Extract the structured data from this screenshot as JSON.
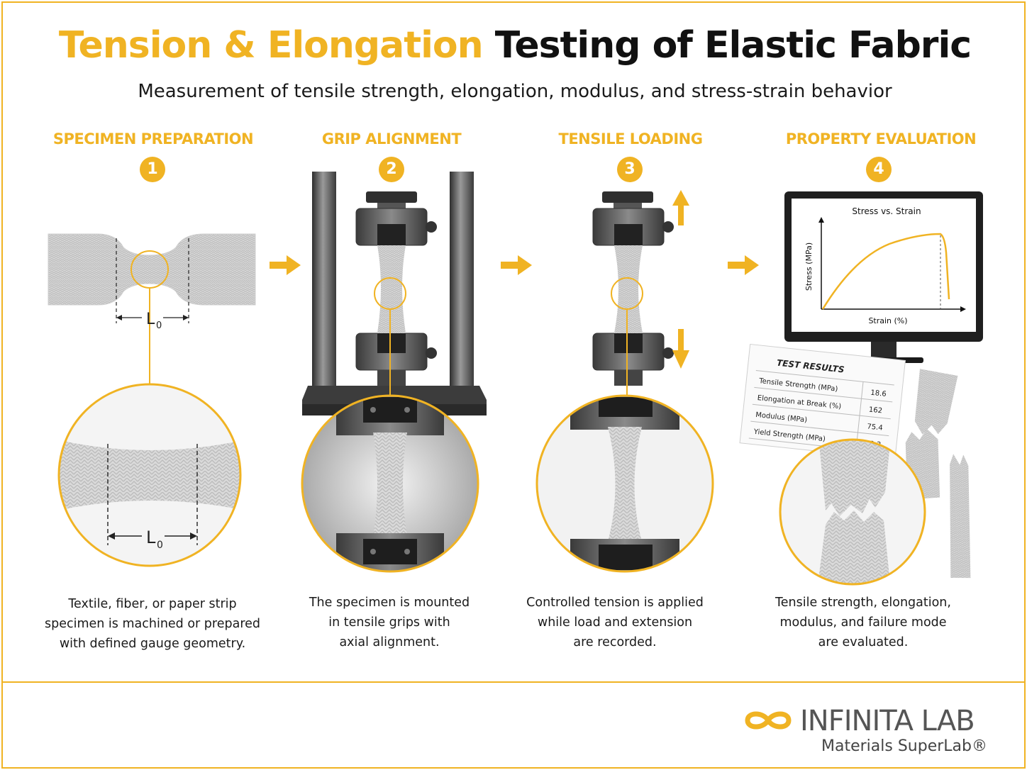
{
  "header": {
    "title_accent": "Tension & Elongation",
    "title_rest": "Testing of Elastic Fabric",
    "subtitle": "Measurement of tensile strength, elongation, modulus, and stress-strain behavior"
  },
  "steps": [
    {
      "number": "1",
      "title": "SPECIMEN PREPARATION",
      "gauge_label": "L",
      "gauge_sub": "0",
      "description": [
        "Textile, fiber, or paper strip",
        "specimen is machined or prepared",
        "with defined gauge geometry."
      ]
    },
    {
      "number": "2",
      "title": "GRIP ALIGNMENT",
      "description": [
        "The specimen is mounted",
        "in tensile grips with",
        "axial alignment."
      ]
    },
    {
      "number": "3",
      "title": "TENSILE LOADING",
      "description": [
        "Controlled tension is applied",
        "while load and extension",
        "are recorded."
      ]
    },
    {
      "number": "4",
      "title": "PROPERTY EVALUATION",
      "description": [
        "Tensile strength, elongation,",
        "modulus, and failure mode",
        "are evaluated."
      ]
    }
  ],
  "chart_data": {
    "type": "line",
    "title": "Stress vs. Strain",
    "xlabel": "Strain (%)",
    "ylabel": "Stress (MPa)",
    "grid": false,
    "legend": "none"
  },
  "results": {
    "title": "TEST RESULTS",
    "rows": [
      {
        "label": "Tensile Strength (MPa)",
        "value": "18.6"
      },
      {
        "label": "Elongation at Break (%)",
        "value": "162"
      },
      {
        "label": "Modulus (MPa)",
        "value": "75.4"
      },
      {
        "label": "Yield Strength (MPa)",
        "value": "12.3"
      }
    ]
  },
  "brand": {
    "name": "INFINITA LAB",
    "tagline": "Materials SuperLab®"
  },
  "colors": {
    "accent": "#f0b323",
    "text": "#111111",
    "fabric": "#d9d9d9",
    "metal": "#555555"
  },
  "icons": [
    "arrow-right-icon",
    "arrow-up-icon",
    "arrow-down-icon",
    "infinity-logo-icon"
  ]
}
